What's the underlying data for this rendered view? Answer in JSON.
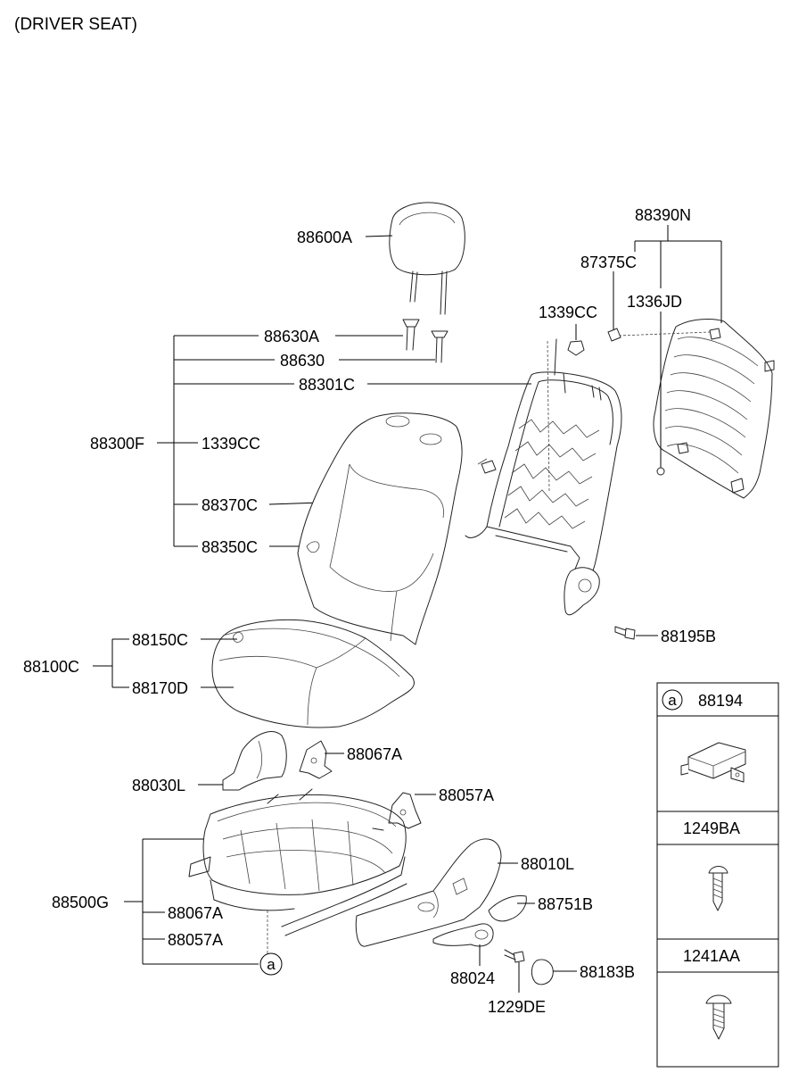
{
  "header": {
    "title": "(DRIVER SEAT)"
  },
  "labels": {
    "headrest": "88600A",
    "guide_lock": "88630A",
    "guide": "88630",
    "back_frame": "88301C",
    "back_assy": "88300F",
    "nut_left": "1339CC",
    "back_cover": "88370C",
    "back_pad": "88350C",
    "cushion_assy": "88100C",
    "cushion_cover": "88150C",
    "cushion_pad": "88170D",
    "back_board_assy": "88390N",
    "clip": "87375C",
    "nut_right": "1339CC",
    "fastener": "1336JD",
    "bolt": "88195B",
    "bracket_a": "88067A",
    "shield_inner": "88030L",
    "bracket_b": "88057A",
    "cushion_frame": "88500G",
    "bracket_a2": "88067A",
    "bracket_b2": "88057A",
    "shield_outer": "88010L",
    "knob": "88751B",
    "lever": "88024",
    "screw": "1229DE",
    "cap": "88183B"
  },
  "callout": {
    "symbol": "a"
  },
  "side_table": {
    "rows": [
      {
        "marker": "a",
        "part": "88194"
      },
      {
        "marker": "",
        "part": "1249BA"
      },
      {
        "marker": "",
        "part": "1241AA"
      }
    ]
  }
}
